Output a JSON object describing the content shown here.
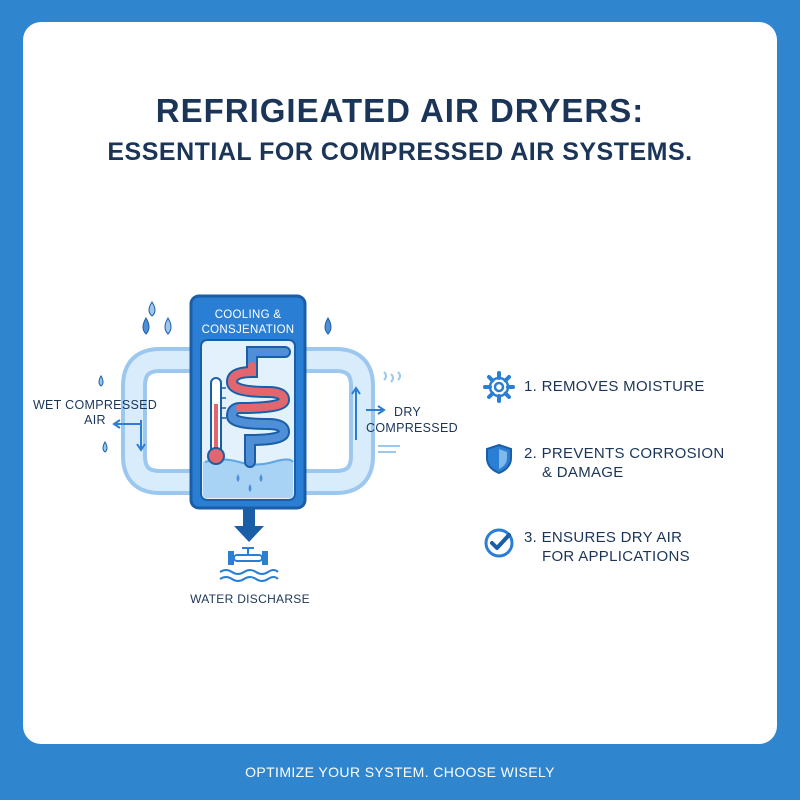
{
  "title": {
    "line1": "REFRIGIEATED AIR DRYERS:",
    "line2": "ESSENTIAL FOR COMPRESSED AIR SYSTEMS."
  },
  "diagram": {
    "unit_label_line1": "COOLING &",
    "unit_label_line2": "CONSJENATION",
    "inlet_label_line1": "WET COMPRESSED",
    "inlet_label_line2": "AIR",
    "outlet_label_line1": "DRY",
    "outlet_label_line2": "COMPRESSED",
    "drain_label": "WATER DISCHARSE"
  },
  "features": [
    {
      "icon": "gear-icon",
      "line1": "1. REMOVES MOISTURE",
      "line2": ""
    },
    {
      "icon": "shield-icon",
      "line1": "2. PREVENTS CORROSION",
      "line2": "& DAMAGE"
    },
    {
      "icon": "check-circle-icon",
      "line1": "3. ENSURES DRY AIR",
      "line2": "FOR APPLICATIONS"
    }
  ],
  "footer": "OPTIMIZE YOUR SYSTEM. CHOOSE WISELY",
  "colors": {
    "background": "#2f86cf",
    "title": "#1b3558",
    "accent": "#2a7fd4",
    "hot_coil": "#e2666d",
    "cold_coil": "#4f8fd8"
  }
}
